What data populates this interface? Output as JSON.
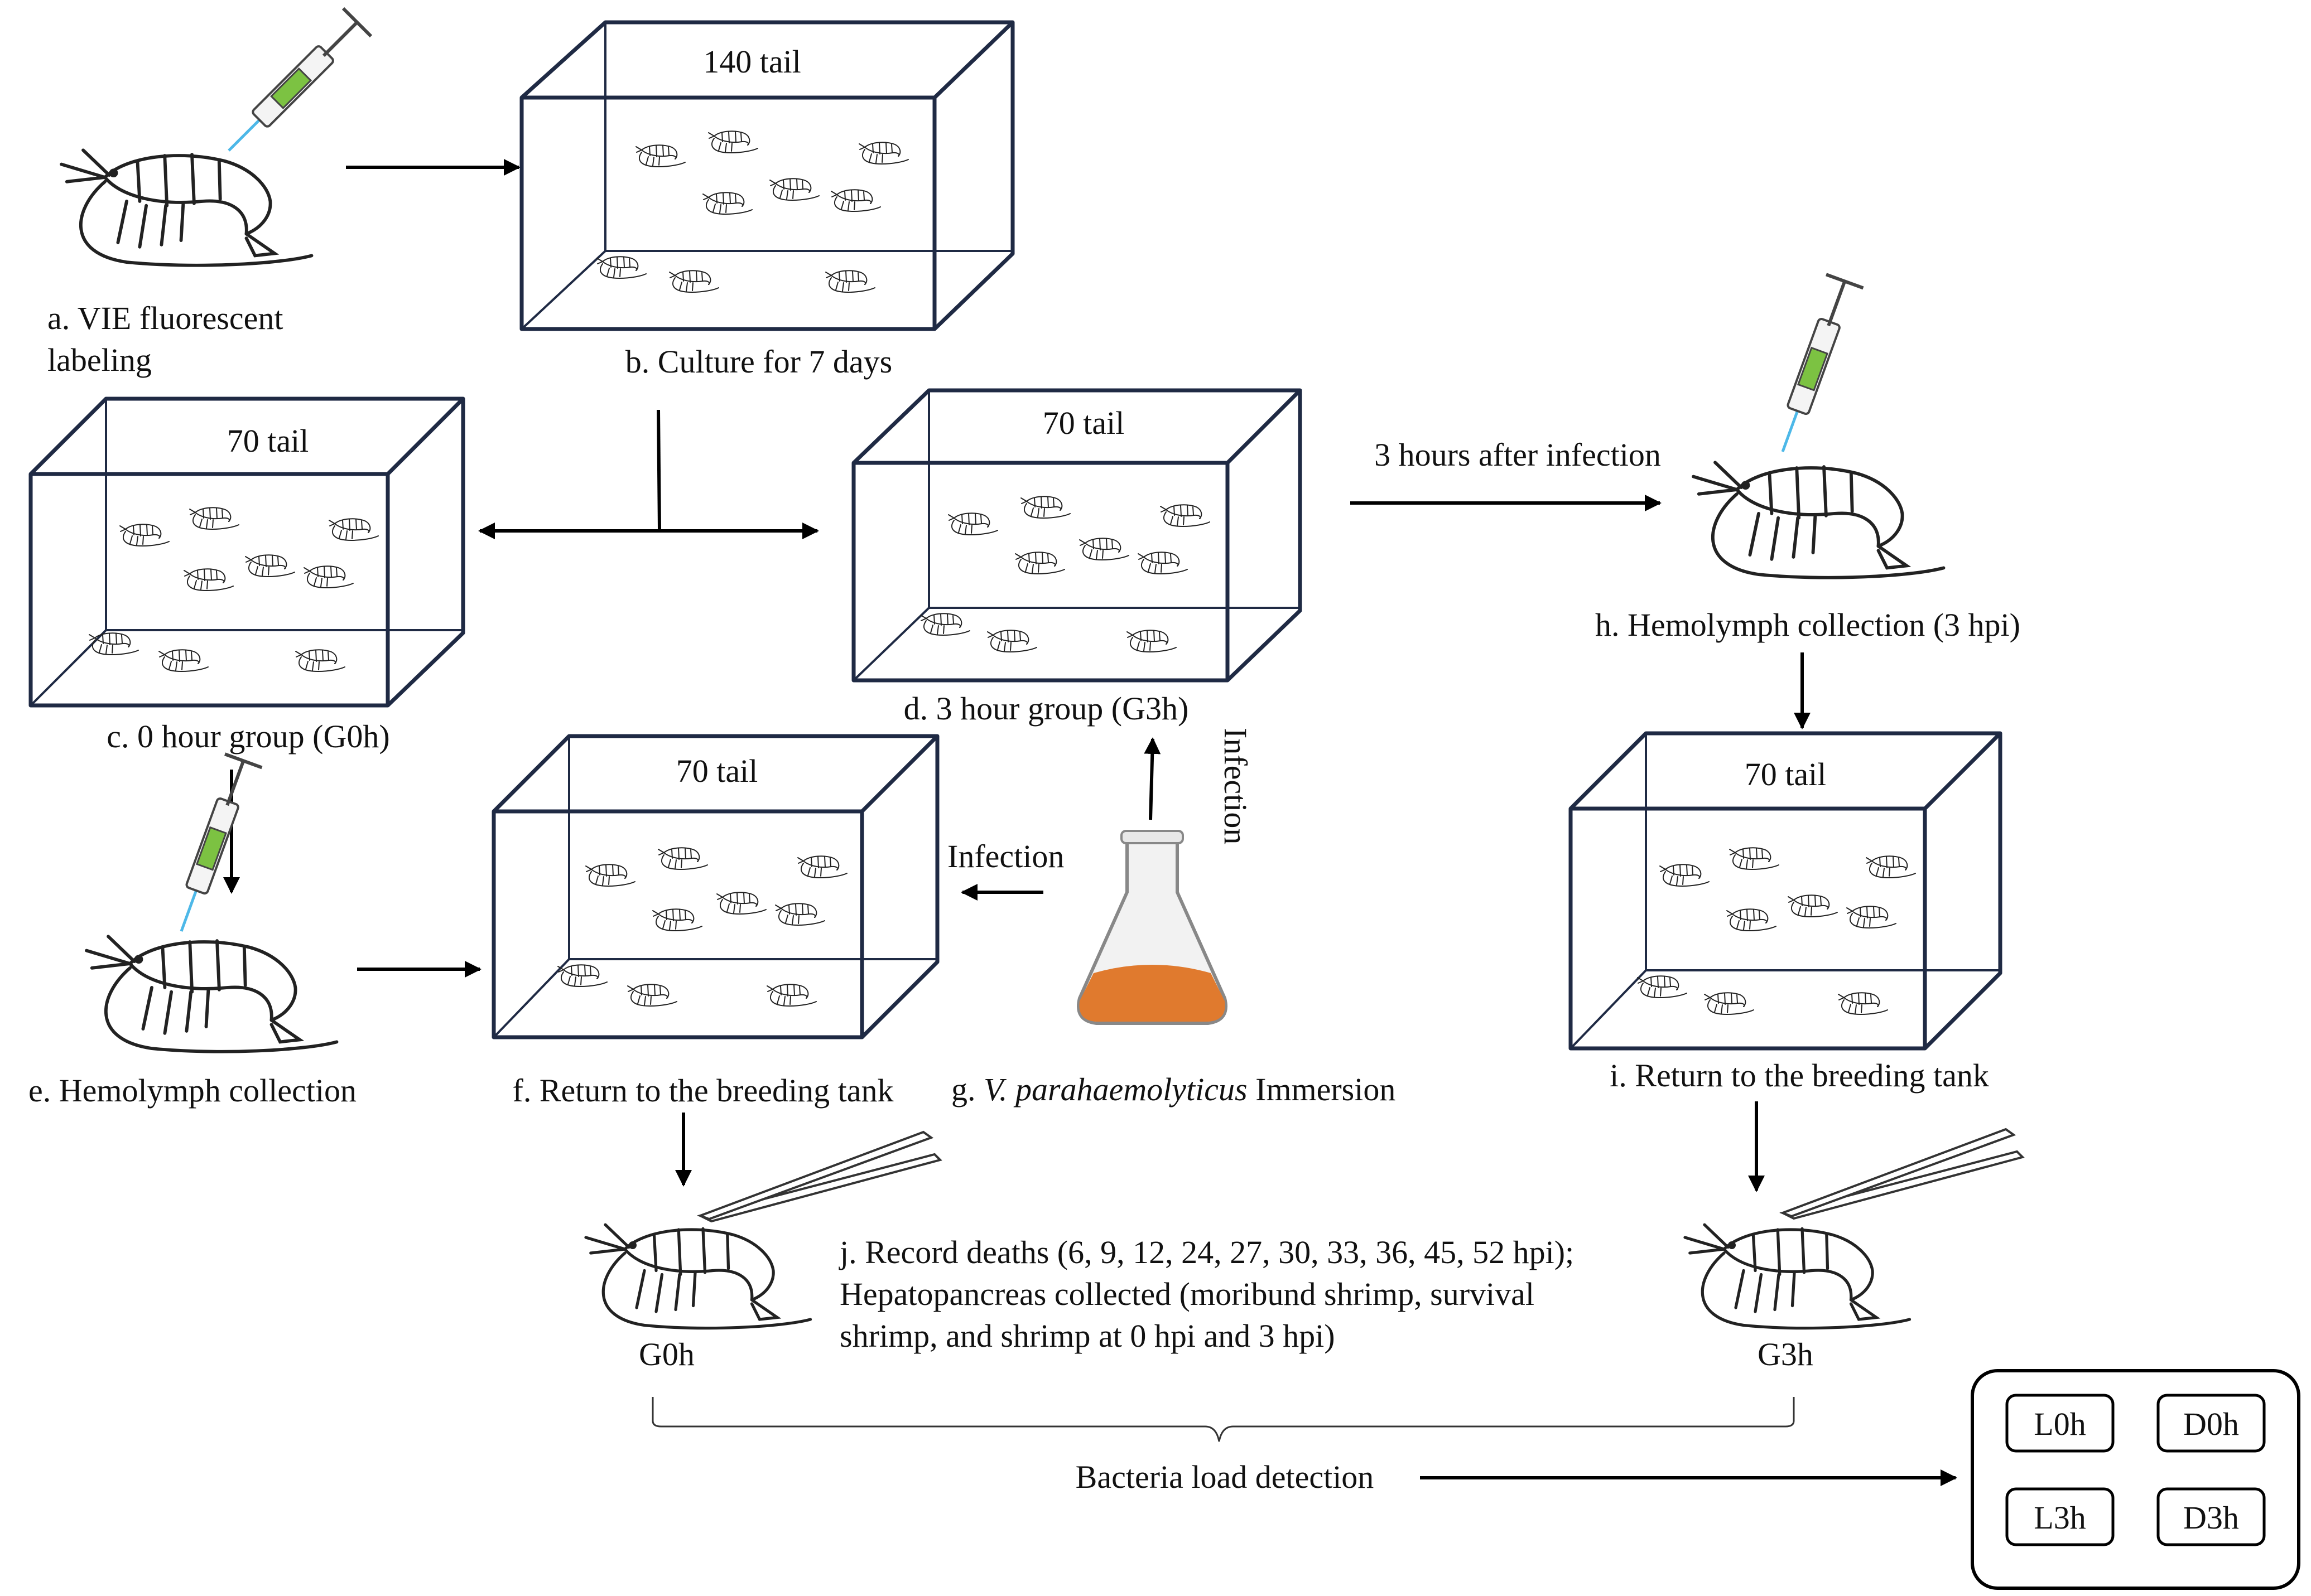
{
  "labels": {
    "a_line1": "a. VIE fluorescent",
    "a_line2": "labeling",
    "b": "b. Culture for 7 days",
    "c": "c. 0 hour group (G0h)",
    "d": "d. 3 hour group (G3h)",
    "e": "e. Hemolymph collection",
    "f": "f. Return to the breeding tank",
    "g_prefix": "g. ",
    "g_species": "V. parahaemolyticus",
    "g_suffix": " Immersion",
    "h": "h. Hemolymph collection (3 hpi)",
    "i": "i. Return to the breeding tank",
    "j_line1": "j. Record deaths (6, 9, 12, 24, 27, 30, 33, 36, 45, 52 hpi);",
    "j_line2": "Hepatopancreas collected (moribund shrimp, survival",
    "j_line3": "shrimp, and shrimp at 0 hpi and 3 hpi)",
    "g0h": "G0h",
    "g3h": "G3h",
    "bacteria": "Bacteria load detection",
    "three_hours": "3 hours after infection",
    "infection_horizontal": "Infection",
    "infection_vertical": "Infection"
  },
  "tanks": {
    "b_count": "140 tail",
    "c_count": "70 tail",
    "d_count": "70 tail",
    "f_count": "70 tail",
    "i_count": "70 tail"
  },
  "groups": [
    "L0h",
    "D0h",
    "L3h",
    "D3h"
  ],
  "icons": [
    "syringe-icon",
    "shrimp-icon",
    "flask-icon",
    "tweezers-icon"
  ],
  "colors": {
    "tank_edge": "#1f2a44",
    "culture_liquid": "#e07a2e",
    "syringe_plunger": "#7cc242",
    "syringe_needle_tip": "#4db8e8"
  }
}
